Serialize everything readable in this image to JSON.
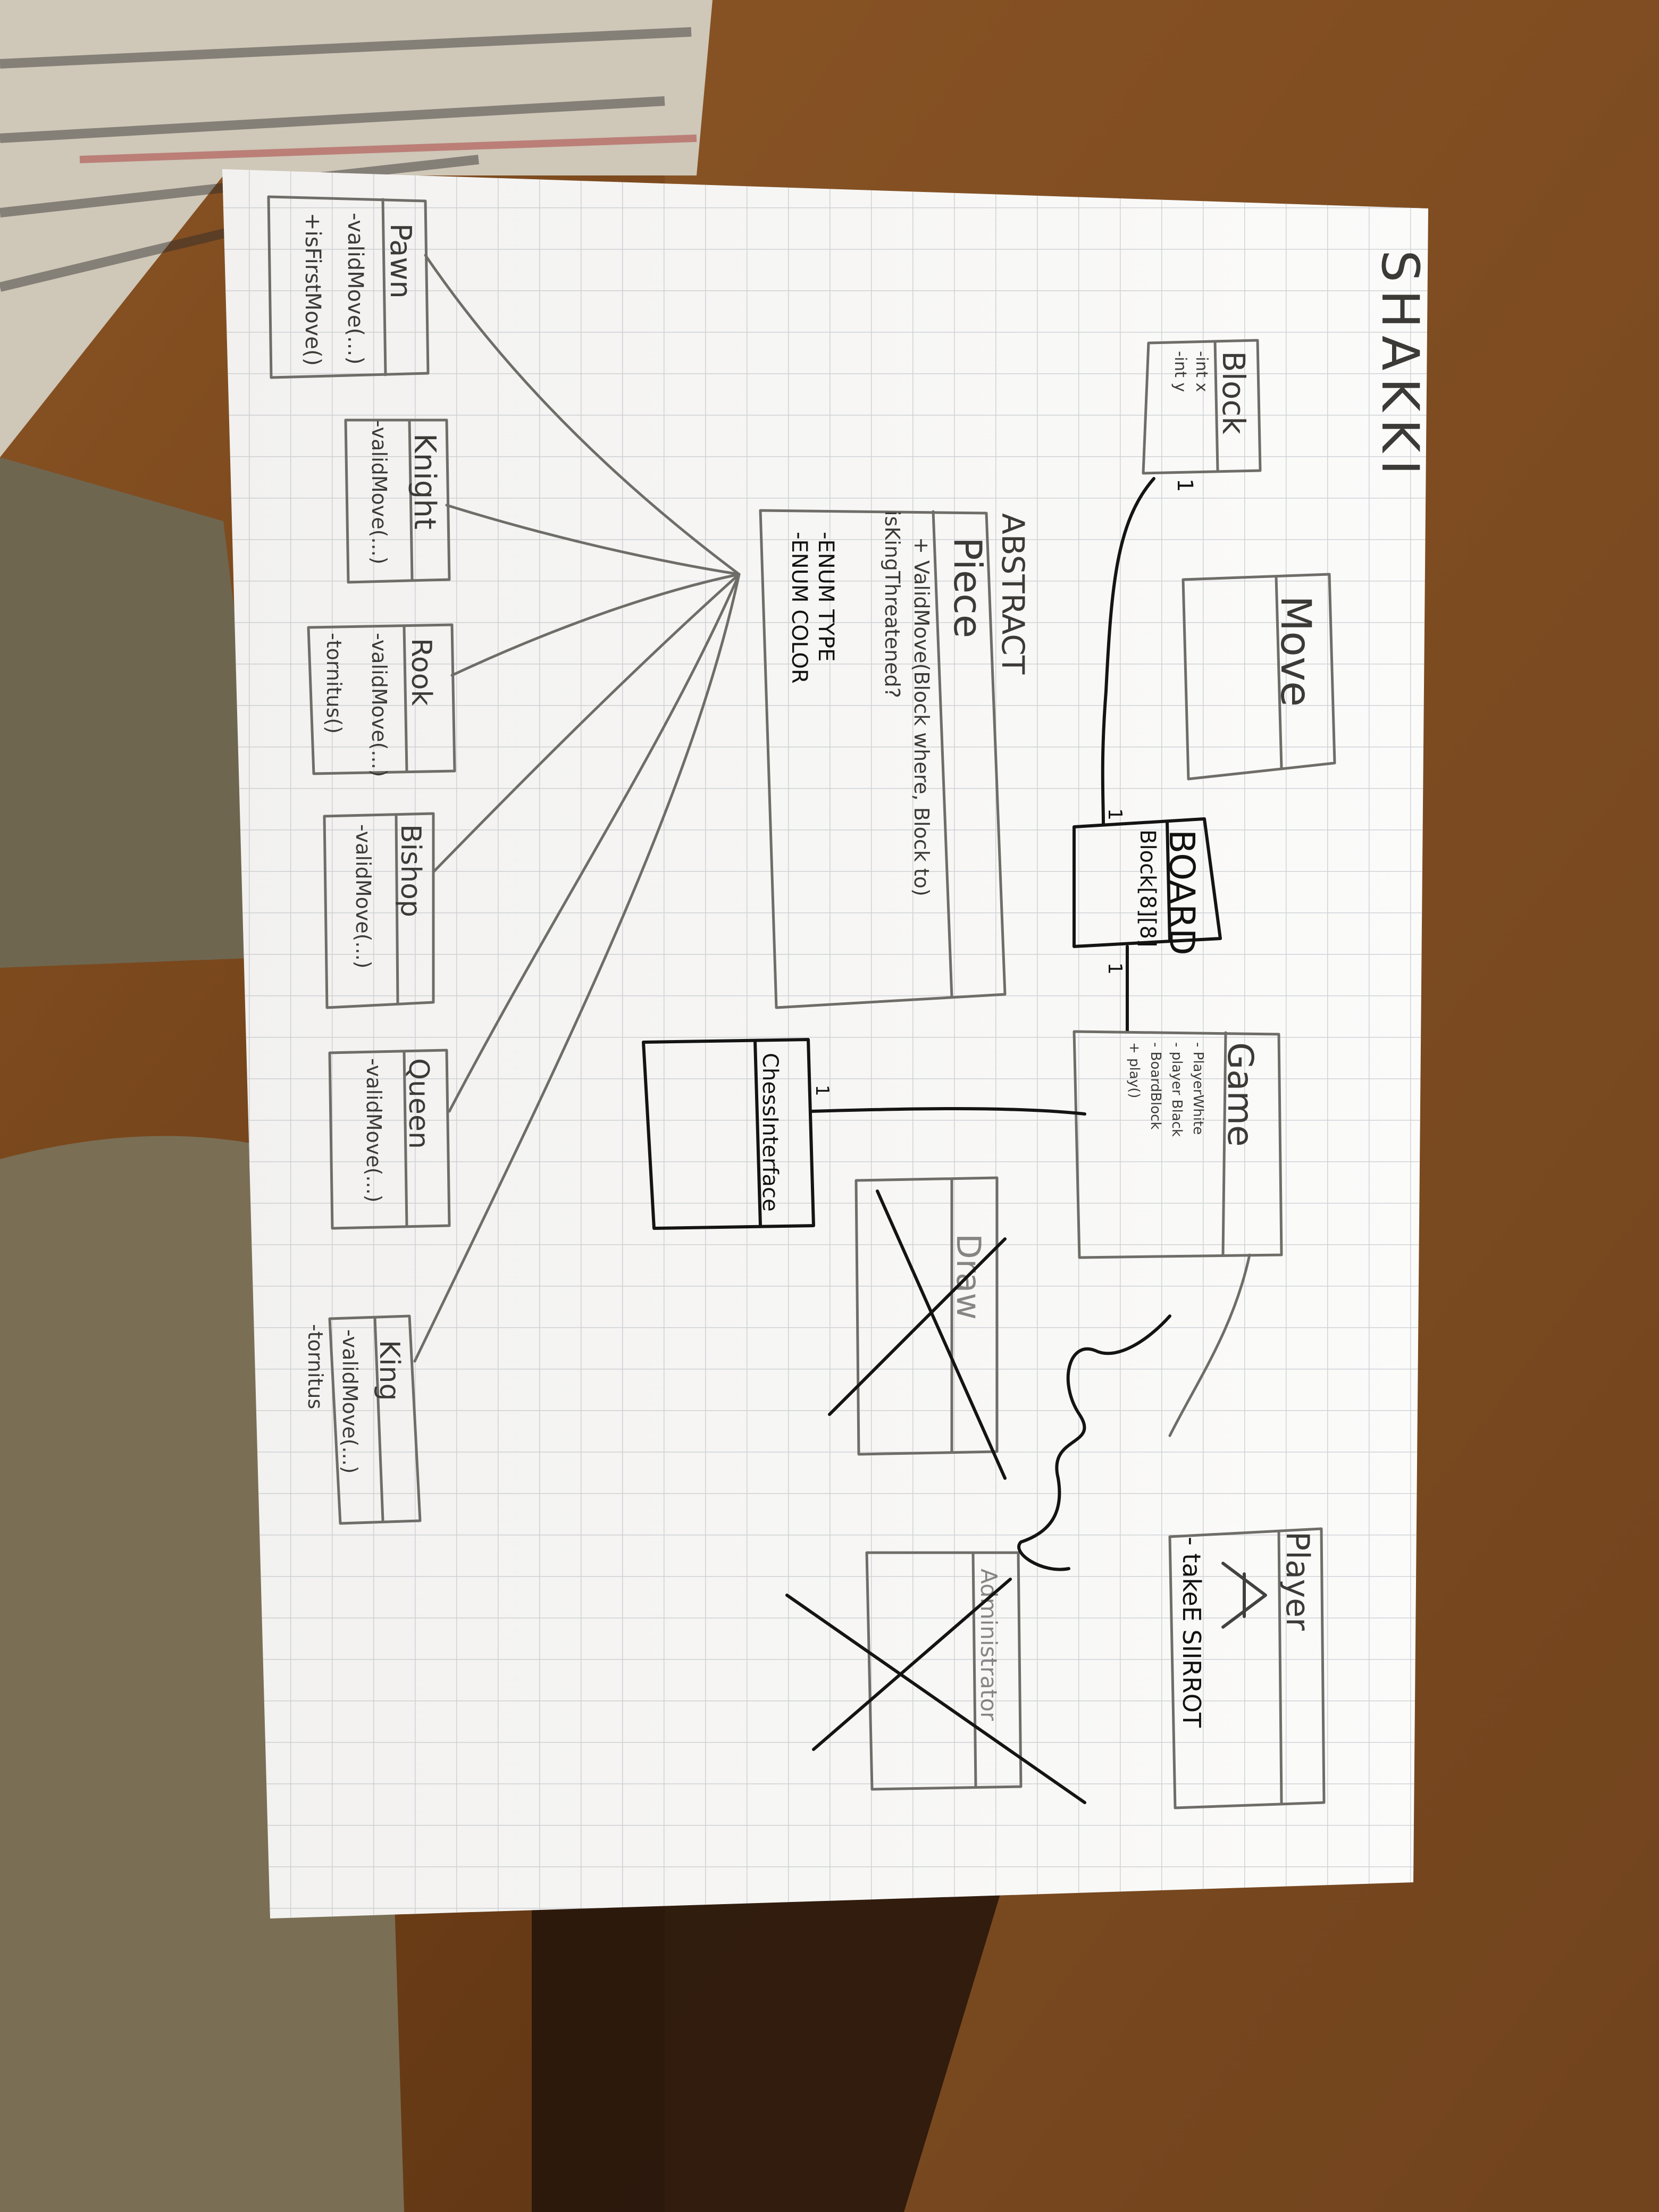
{
  "sheet": {
    "title": "SHAKKI"
  },
  "diagram": {
    "block": {
      "name": "Block",
      "attrs": [
        "-int x",
        "-int y"
      ],
      "multiplicity": "1"
    },
    "move": {
      "name": "Move"
    },
    "board": {
      "name": "BOARD",
      "attr": "Block[8][8]",
      "mult_top": "1",
      "mult_bottom": "1"
    },
    "game": {
      "name": "Game",
      "attrs": [
        "- PlayerWhite",
        "- player Black",
        "- BoardBlock",
        "+ play()"
      ]
    },
    "piece": {
      "stereotype": "ABSTRACT",
      "name": "Piece",
      "methods": [
        "+ ValidMove(Block where, Block to)",
        "isKingThreatened?"
      ],
      "enums": [
        "-ENUM TYPE",
        "-ENUM COLOR"
      ]
    },
    "chess_interface": {
      "name": "ChessInterface",
      "multiplicity": "1"
    },
    "draw": {
      "name": "Draw"
    },
    "player": {
      "name": "Player",
      "attrs": [
        "- takeE SIIRROT"
      ]
    },
    "administrator": {
      "name": "Administrator"
    },
    "pieces": [
      {
        "name": "Pawn",
        "methods": [
          "-validMove(...)",
          "+isFirstMove()"
        ]
      },
      {
        "name": "Knight",
        "methods": [
          "-validMove(...)"
        ]
      },
      {
        "name": "Rook",
        "methods": [
          "-validMove(...)",
          "-tornitus()"
        ]
      },
      {
        "name": "Bishop",
        "methods": [
          "-validMove(...)"
        ]
      },
      {
        "name": "Queen",
        "methods": [
          "-validMove(...)"
        ]
      },
      {
        "name": "King",
        "methods": [
          "-validMove(...)",
          "-tornitus"
        ]
      }
    ]
  }
}
